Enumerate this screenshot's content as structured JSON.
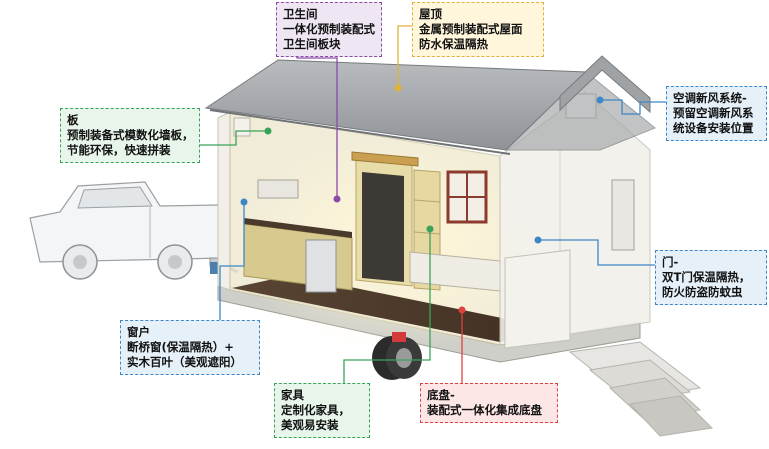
{
  "labels": {
    "bathroom": {
      "title": "卫生间",
      "lines": [
        "一体化预制装配式",
        "卫生间板块"
      ]
    },
    "roof": {
      "title": "屋顶",
      "lines": [
        "金属预制装配式屋面",
        "防水保温隔热"
      ]
    },
    "board": {
      "title": "板",
      "lines": [
        "预制装备式模数化墙板，",
        "节能环保，快速拼装"
      ]
    },
    "hvac": {
      "title": "空调新风系统-",
      "lines": [
        "预留空调新风系",
        "统设备安装位置"
      ]
    },
    "door": {
      "title": "门-",
      "lines": [
        "双T门保温隔热，",
        "防火防盗防蚊虫"
      ]
    },
    "window": {
      "title": "窗户",
      "lines": [
        "断桥窗(保温隔热）+",
        "实木百叶（美观遮阳）"
      ]
    },
    "furniture": {
      "title": "家具",
      "lines": [
        "定制化家具，",
        "美观易安装"
      ]
    },
    "chassis": {
      "title": "底盘-",
      "lines": [
        "装配式一体化集成底盘"
      ]
    }
  },
  "colors": {
    "purple": "#8a4aa8",
    "yellow": "#e0b23a",
    "green": "#3aa35a",
    "blue": "#3d87c7",
    "red": "#e04040"
  }
}
